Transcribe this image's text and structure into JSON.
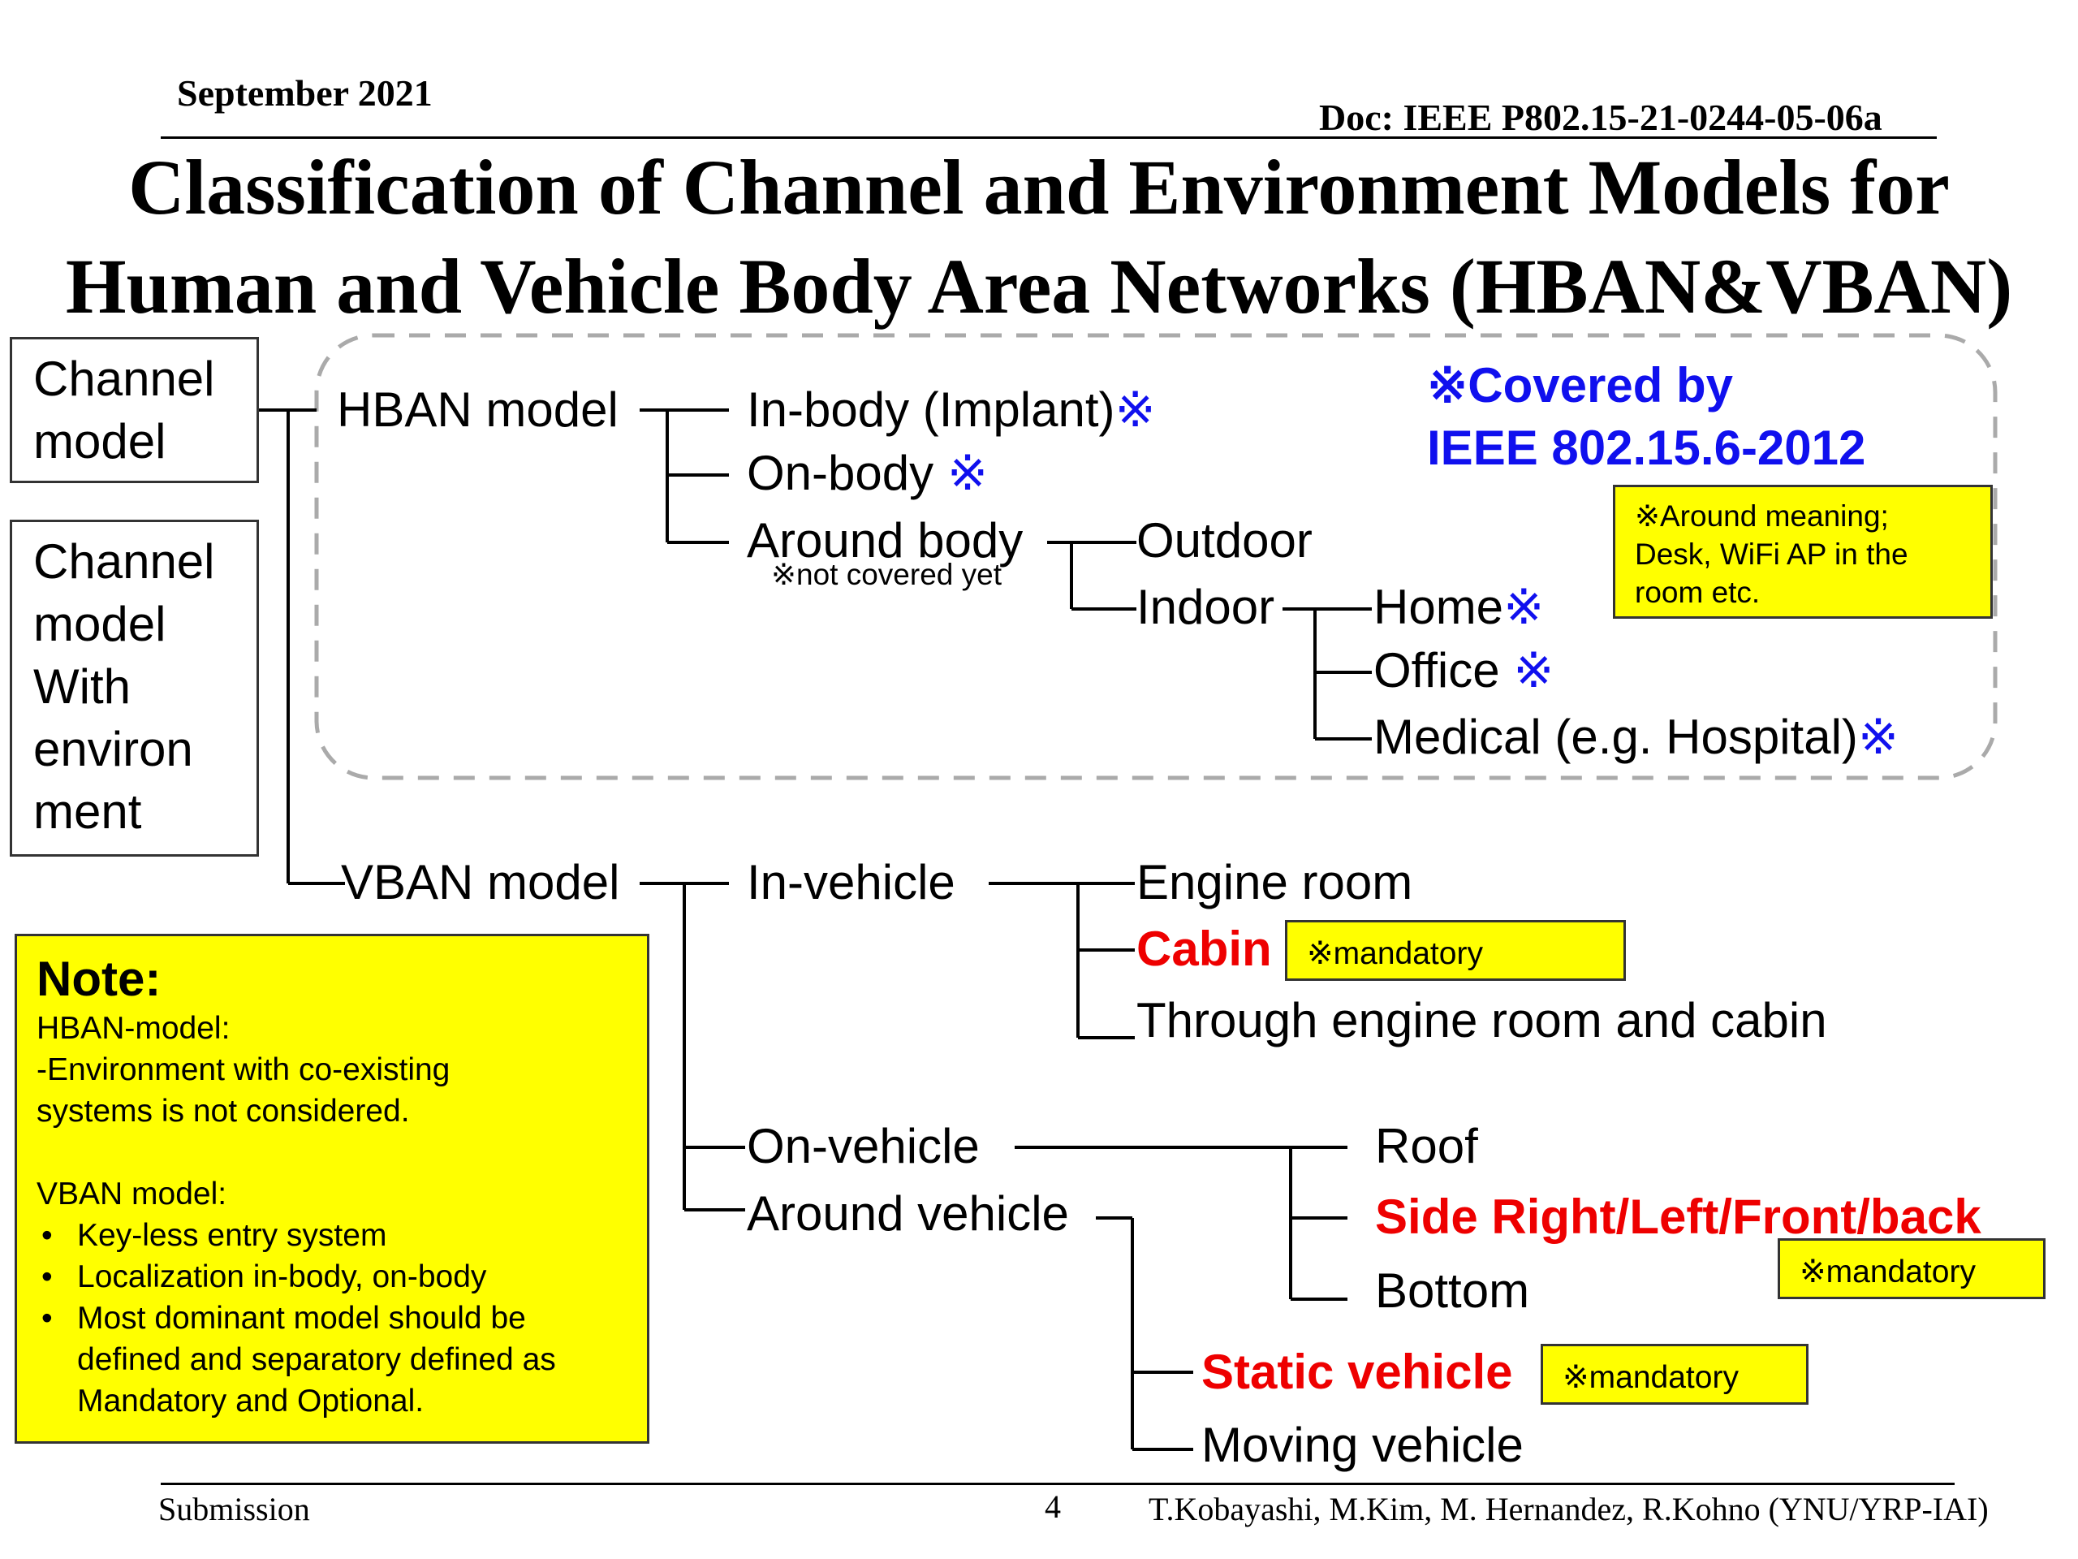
{
  "header": {
    "date": "September 2021",
    "doc": "Doc: IEEE P802.15-21-0244-05-06a"
  },
  "title": {
    "line1": "Classification of Channel and Environment Models for",
    "line2": "Human and Vehicle Body Area Networks (HBAN&VBAN)"
  },
  "side_boxes": {
    "channel_model": [
      "Channel",
      "model"
    ],
    "channel_env_model": [
      "Channel",
      "model",
      "With",
      "environ",
      "ment"
    ]
  },
  "hban": {
    "label": "HBAN model",
    "in_body": "In-body (Implant)",
    "on_body": "On-body",
    "around_body": "Around body",
    "not_covered": "※not covered yet",
    "outdoor": "Outdoor",
    "indoor": "Indoor",
    "home": "Home",
    "office": "Office",
    "medical": "Medical (e.g. Hospital)"
  },
  "covered": {
    "line1": "※Covered by",
    "line2": "IEEE 802.15.6-2012",
    "mark": "※",
    "color": "#1010ee"
  },
  "around_note": [
    "※Around meaning;",
    "Desk, WiFi AP in the",
    "room etc."
  ],
  "vban": {
    "label": "VBAN model",
    "in_vehicle": "In-vehicle",
    "engine_room": "Engine room",
    "cabin": "Cabin",
    "through": "Through engine room and cabin",
    "on_vehicle": "On-vehicle",
    "around_vehicle": "Around vehicle",
    "roof": "Roof",
    "side": "Side Right/Left/Front/back",
    "bottom": "Bottom",
    "static": "Static vehicle",
    "moving": "Moving vehicle"
  },
  "mandatory": "※mandatory",
  "note": {
    "heading": "Note:",
    "lines": [
      "HBAN-model:",
      "-Environment with co-existing",
      "systems is not considered.",
      "",
      "VBAN model:"
    ],
    "bullets": [
      "Key-less entry system",
      "Localization in-body, on-body",
      "Most dominant model should be",
      "defined  and separatory defined as",
      "Mandatory and Optional."
    ]
  },
  "footer": {
    "left": "Submission",
    "page": "4",
    "authors": "T.Kobayashi, M.Kim, M. Hernandez, R.Kohno (YNU/YRP-IAI)"
  },
  "colors": {
    "highlight": "#ffff00",
    "mandatory_red": "#ee0000",
    "covered_blue": "#1010ee"
  }
}
